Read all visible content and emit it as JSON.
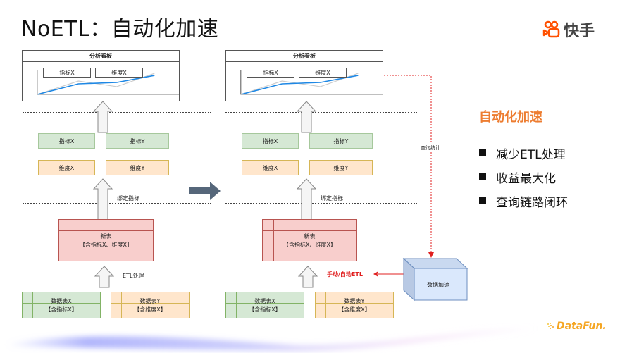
{
  "title": "NoETL：自动化加速",
  "brand": {
    "name": "快手",
    "icon": "kuaishou-camera-icon",
    "color": "#ff5000"
  },
  "footer_brand": {
    "name": "DataFun.",
    "color": "#f5a623"
  },
  "colors": {
    "accent": "#ed7d31",
    "red": "#e02020",
    "green_fill": "#d5e8d4",
    "orange_fill": "#ffe6cc",
    "red_fill": "#f8cecc",
    "blue_fill": "#dae8fc",
    "arrow_dark": "#56677a",
    "line_blue": "#1e88e5"
  },
  "left": {
    "dashboard": {
      "title": "分析看板",
      "pills": [
        "指标X",
        "维度X"
      ]
    },
    "metrics": [
      "指标X",
      "指标Y"
    ],
    "dims": [
      "维度X",
      "维度Y"
    ],
    "bind_label": "绑定指标",
    "new_table": {
      "line1": "新表",
      "line2": "【含指标X、维度X】"
    },
    "etl_label": "ETL处理",
    "sources": [
      {
        "line1": "数据表X",
        "line2": "【含指标X】"
      },
      {
        "line1": "数据表Y",
        "line2": "【含维度X】"
      }
    ]
  },
  "right": {
    "dashboard": {
      "title": "分析看板",
      "pills": [
        "指标X",
        "维度X"
      ]
    },
    "metrics": [
      "指标X",
      "指标Y"
    ],
    "dims": [
      "维度X",
      "维度Y"
    ],
    "bind_label": "绑定指标",
    "new_table": {
      "line1": "新表",
      "line2": "【含指标X、维度X】"
    },
    "etl_label": "手动/自动ETL",
    "sources": [
      {
        "line1": "数据表X",
        "line2": "【含指标X】"
      },
      {
        "line1": "数据表Y",
        "line2": "【含维度X】"
      }
    ],
    "query_label": "查询统计",
    "accel_label": "数据加速"
  },
  "side": {
    "heading": "自动化加速",
    "bullets": [
      "减少ETL处理",
      "收益最大化",
      "查询链路闭环"
    ]
  }
}
